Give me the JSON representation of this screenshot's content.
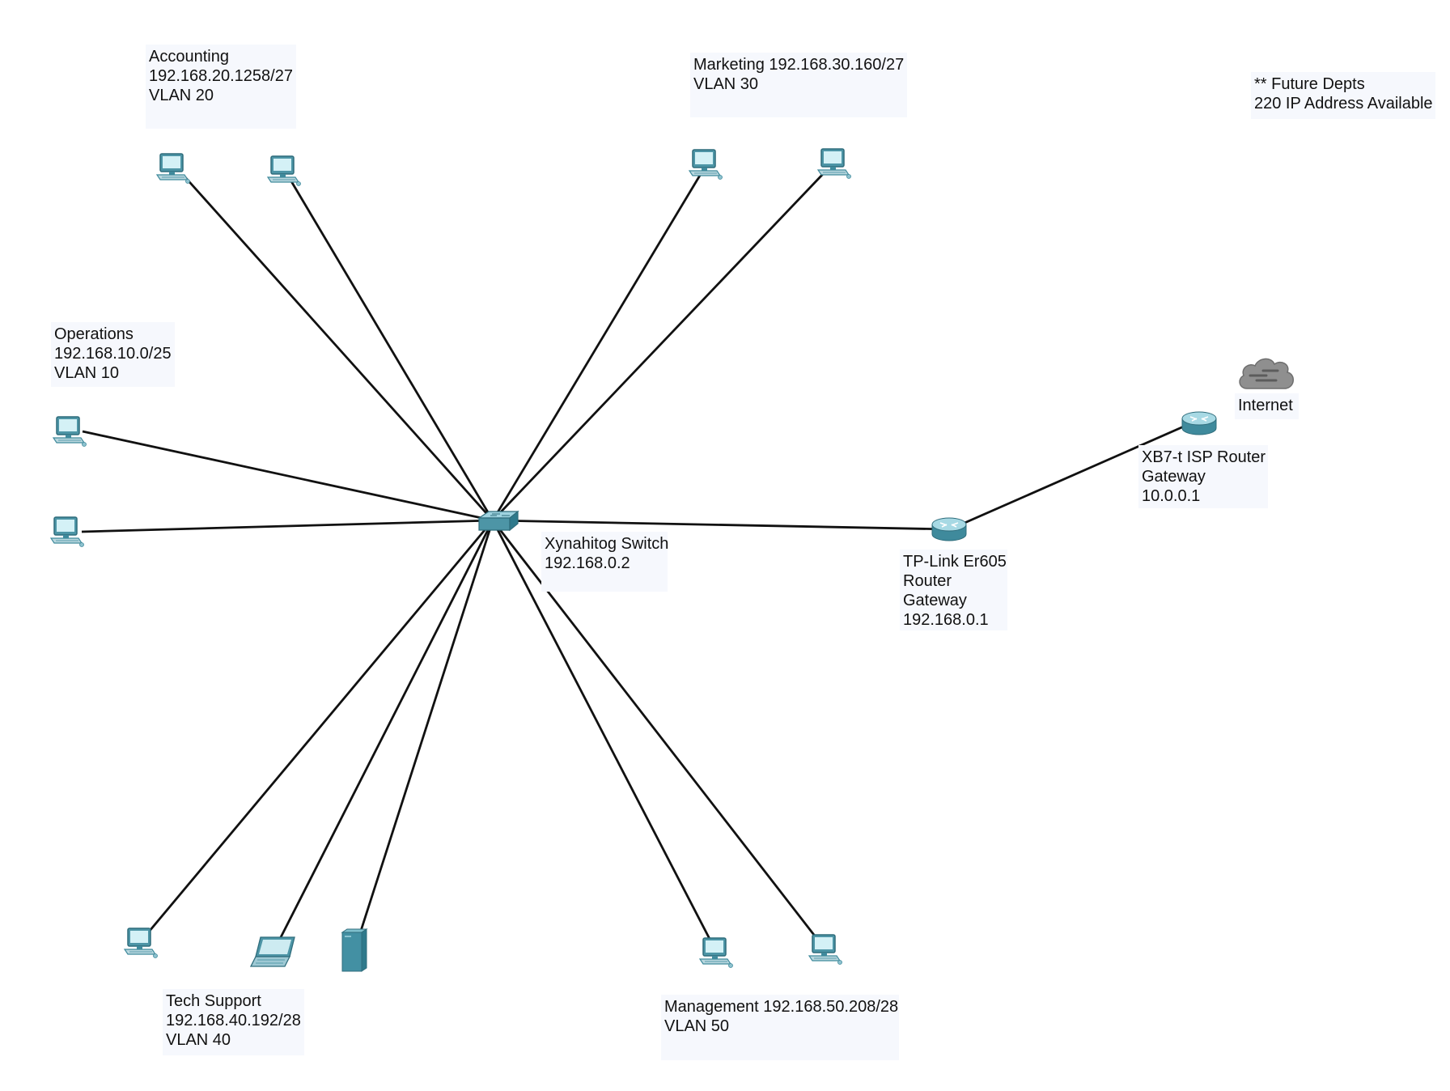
{
  "diagram": {
    "notes": {
      "accounting": {
        "lines": [
          "Accounting",
          "192.168.20.1258/27",
          "VLAN 20"
        ]
      },
      "marketing": {
        "lines": [
          "Marketing 192.168.30.160/27",
          "VLAN 30"
        ]
      },
      "future": {
        "lines": [
          "** Future Depts",
          "220 IP Address Available"
        ]
      },
      "operations": {
        "lines": [
          "Operations",
          "192.168.10.0/25",
          "VLAN 10"
        ]
      },
      "internet": {
        "lines": [
          "Internet"
        ]
      },
      "isp_router": {
        "lines": [
          "XB7-t ISP Router",
          "Gateway",
          "10.0.0.1"
        ]
      },
      "switch": {
        "lines": [
          "Xynahitog Switch",
          "192.168.0.2"
        ]
      },
      "tplink": {
        "lines": [
          "TP-Link Er605",
          "Router",
          "Gateway",
          "192.168.0.1"
        ]
      },
      "tech_support": {
        "lines": [
          "Tech Support",
          "192.168.40.192/28",
          "VLAN 40"
        ]
      },
      "management": {
        "lines": [
          "Management 192.168.50.208/28",
          "VLAN 50"
        ]
      }
    },
    "devices": [
      {
        "id": "pc-accounting-1",
        "type": "pc-icon"
      },
      {
        "id": "pc-accounting-2",
        "type": "pc-icon"
      },
      {
        "id": "pc-marketing-1",
        "type": "pc-icon"
      },
      {
        "id": "pc-marketing-2",
        "type": "pc-icon"
      },
      {
        "id": "pc-operations-1",
        "type": "pc-icon"
      },
      {
        "id": "pc-operations-2",
        "type": "pc-icon"
      },
      {
        "id": "xynahitog-switch",
        "type": "switch-icon"
      },
      {
        "id": "tplink-router",
        "type": "router-icon"
      },
      {
        "id": "isp-router",
        "type": "router-icon"
      },
      {
        "id": "internet-cloud",
        "type": "cloud-icon"
      },
      {
        "id": "pc-tech-support",
        "type": "pc-icon"
      },
      {
        "id": "laptop-tech-support",
        "type": "laptop-icon"
      },
      {
        "id": "server-tech-support",
        "type": "server-icon"
      },
      {
        "id": "pc-management-1",
        "type": "pc-icon"
      },
      {
        "id": "pc-management-2",
        "type": "pc-icon"
      }
    ],
    "links": [
      [
        "xynahitog-switch",
        "pc-accounting-1"
      ],
      [
        "xynahitog-switch",
        "pc-accounting-2"
      ],
      [
        "xynahitog-switch",
        "pc-marketing-1"
      ],
      [
        "xynahitog-switch",
        "pc-marketing-2"
      ],
      [
        "xynahitog-switch",
        "pc-operations-1"
      ],
      [
        "xynahitog-switch",
        "pc-operations-2"
      ],
      [
        "xynahitog-switch",
        "pc-tech-support"
      ],
      [
        "xynahitog-switch",
        "laptop-tech-support"
      ],
      [
        "xynahitog-switch",
        "server-tech-support"
      ],
      [
        "xynahitog-switch",
        "pc-management-1"
      ],
      [
        "xynahitog-switch",
        "pc-management-2"
      ],
      [
        "xynahitog-switch",
        "tplink-router"
      ],
      [
        "tplink-router",
        "isp-router"
      ]
    ],
    "colors": {
      "wire": "#111111",
      "device_teal": "#3f8a9c",
      "note_background": "#f6f8fd"
    }
  }
}
